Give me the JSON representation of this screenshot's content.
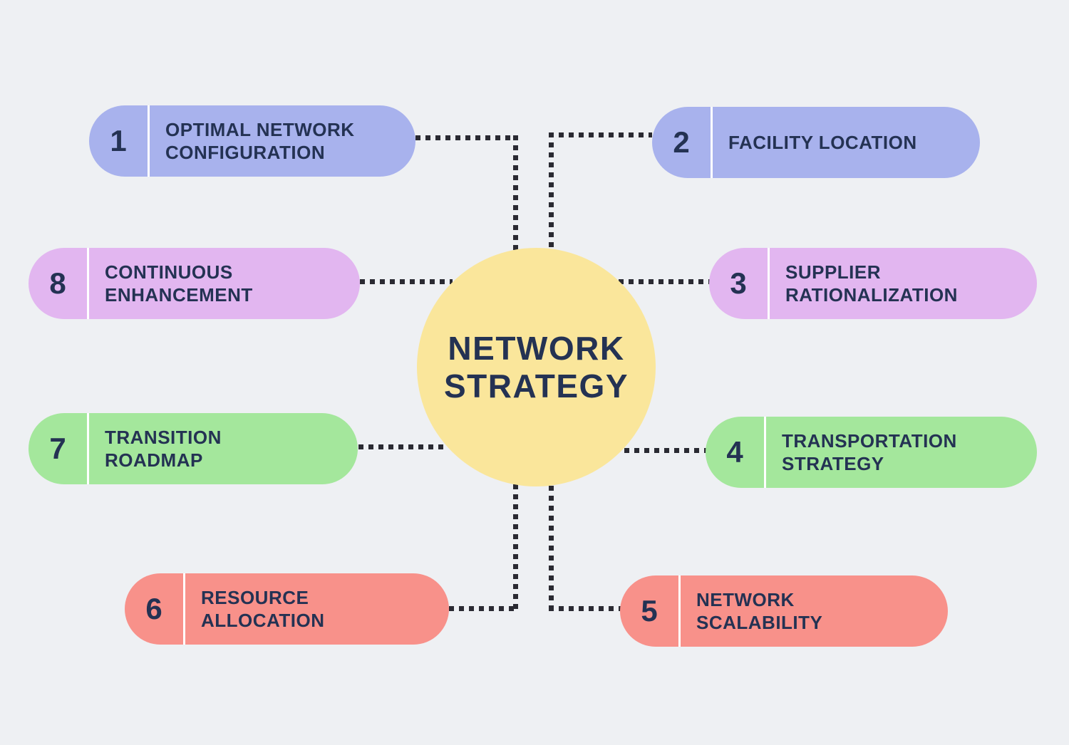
{
  "center": {
    "line1": "NETWORK",
    "line2": "STRATEGY",
    "color": "#fae69b"
  },
  "colors": {
    "page-bg": "#eef0f3",
    "text": "#243253",
    "dot": "#2a2a32",
    "divider": "#ffffff"
  },
  "items": [
    {
      "number": "1",
      "label": "OPTIMAL NETWORK\nCONFIGURATION",
      "color": "#a8b2ed"
    },
    {
      "number": "2",
      "label": "FACILITY LOCATION",
      "color": "#a8b2ed"
    },
    {
      "number": "3",
      "label": "SUPPLIER\nRATIONALIZATION",
      "color": "#e2b6f0"
    },
    {
      "number": "4",
      "label": "TRANSPORTATION\nSTRATEGY",
      "color": "#a4e79c"
    },
    {
      "number": "5",
      "label": "NETWORK\nSCALABILITY",
      "color": "#f8918a"
    },
    {
      "number": "6",
      "label": "RESOURCE\nALLOCATION",
      "color": "#f8918a"
    },
    {
      "number": "7",
      "label": "TRANSITION\nROADMAP",
      "color": "#a4e79c"
    },
    {
      "number": "8",
      "label": "CONTINUOUS\nENHANCEMENT",
      "color": "#e2b6f0"
    }
  ]
}
